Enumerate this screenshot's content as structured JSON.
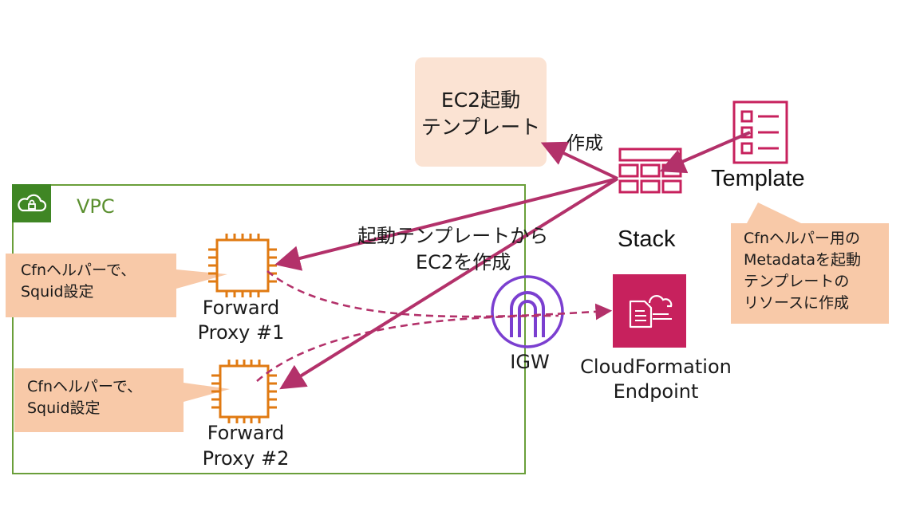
{
  "vpc": {
    "label": "VPC"
  },
  "launch_template": {
    "line1": "EC2起動",
    "line2": "テンプレート"
  },
  "edges": {
    "create_label": "作成",
    "launch_line1": "起動テンプレートから",
    "launch_line2": "EC2を作成"
  },
  "stack": {
    "label": "Stack"
  },
  "template": {
    "label": "Template"
  },
  "template_callout": {
    "lines": [
      "Cfnヘルパー用の",
      "Metadataを起動",
      "テンプレートの",
      "リソースに作成"
    ]
  },
  "proxy1": {
    "label_line1": "Forward",
    "label_line2": "Proxy #1",
    "callout_line1": "Cfnヘルパーで、",
    "callout_line2": "Squid設定"
  },
  "proxy2": {
    "label_line1": "Forward",
    "label_line2": "Proxy #2",
    "callout_line1": "Cfnヘルパーで、",
    "callout_line2": "Squid設定"
  },
  "igw": {
    "label": "IGW"
  },
  "cfn_endpoint": {
    "line1": "CloudFormation",
    "line2": "Endpoint"
  },
  "colors": {
    "arrow": "#b3316a",
    "pink_icon": "#c7215d",
    "ec2_orange": "#e07a12",
    "igw_purple": "#7b3fd0",
    "vpc_green": "#6a9f3a",
    "callout_fill": "#f8c9a8",
    "template_box": "#fbe3d3"
  }
}
